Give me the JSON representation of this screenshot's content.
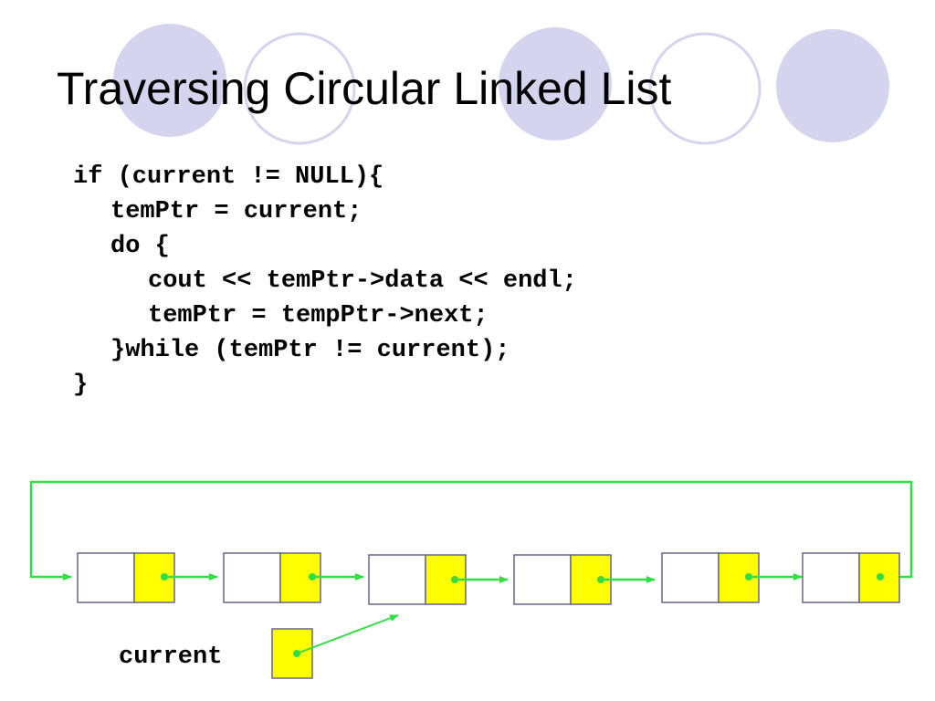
{
  "title": "Traversing Circular Linked List",
  "code_lines": [
    {
      "text": "if (current != NULL){",
      "indent": 0
    },
    {
      "text": "temPtr = current;",
      "indent": 1
    },
    {
      "text": "do {",
      "indent": 1
    },
    {
      "text": "cout << temPtr->data << endl;",
      "indent": 2
    },
    {
      "text": "temPtr = tempPtr->next;",
      "indent": 2
    },
    {
      "text": "}while (temPtr != current);",
      "indent": 1
    },
    {
      "text": "}",
      "indent": 0
    }
  ],
  "diagram": {
    "current_label": "current",
    "node_count": 6,
    "current_points_to_node": 3,
    "colors": {
      "link": "#33dd44",
      "pointer_field": "#ffff00",
      "node_border": "#666688",
      "decor_fill": "#d4d4ee",
      "decor_ring": "#d4d4ee"
    }
  }
}
